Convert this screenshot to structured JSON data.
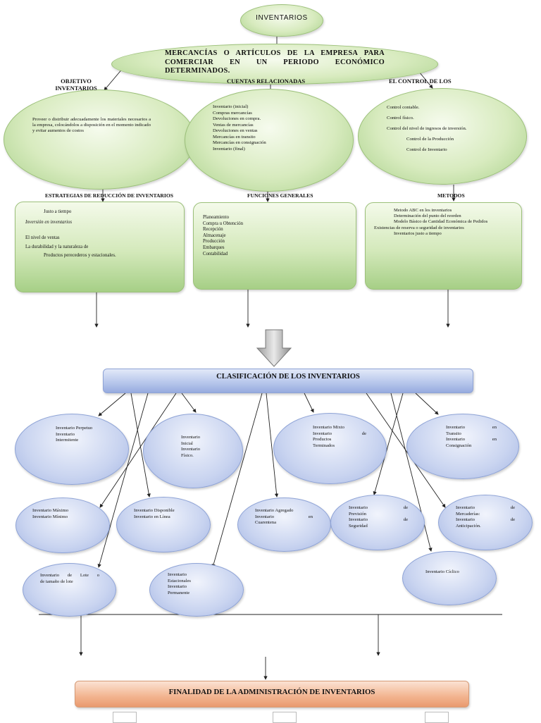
{
  "top": {
    "title": "INVENTARIOS",
    "definition": "MERCANCÍAS O ARTÍCULOS DE LA EMPRESA PARA COMERCIAR EN UN PERIODO ECONÓMICO DETERMINADOS."
  },
  "headers": {
    "objetivo": "OBJETIVO INVENTARIOS",
    "cuentas": "CUENTAS RELACIONADAS",
    "control": "EL CONTROL DE LOS",
    "estrategias": "ESTRATEGIAS DE REDUCCIÓN DE INVENTARIOS",
    "funciones": "FUNCIONES GENERALES",
    "metodos": "METODOS"
  },
  "objetivo_text": "Proveer o distribuir adecuadamente los materiales necesarios a la empresa, colocándolos a disposición en el momento indicado y evitar aumentos de costos",
  "cuentas_items": [
    "Inventario (inicial)",
    "Compras mercancías",
    "Devoluciones en compra.",
    "Ventas de mercancías",
    "Devoluciones en ventas",
    "Mercancías en transito",
    "Mercancías en consignación",
    "Inventario (final)"
  ],
  "control_items": [
    "Control contable.",
    "Control físico.",
    "Control del nivel de ingresos de inversión.",
    "Control de la Producción",
    "Control de Inventario"
  ],
  "estrategias_items": [
    "Justo a tiempo",
    "Inversión en inventarios",
    "El nivel de ventas",
    "La durabilidad y la naturaleza de",
    "Productos perecederos y estacionales."
  ],
  "funciones_items": [
    "Planeamiento",
    "Compra u Obtención",
    "Recepción",
    "Almacenaje",
    "Producción",
    "Embarques",
    "Contabilidad"
  ],
  "metodos_items": [
    "Metodo ABC en los inventarios",
    "Determinación del punto del reorden",
    "Modelo Básico de Cantidad Económica de Pedidos",
    "Existencias de reserva o seguridad de inventarios",
    "Inventarios justo a tiempo"
  ],
  "clasificacion": {
    "title": "CLASIFICACIÓN DE LOS INVENTARIOS",
    "n1": [
      "Inventario Perpetuo",
      "Inventario",
      "Intermitente"
    ],
    "n2": [
      "Inventario",
      "Inicial",
      "Inventario",
      "Físico."
    ],
    "n3": [
      "Inventario Mixto",
      "Inventario de",
      "Productos",
      "Terminados"
    ],
    "n4": [
      "Inventario en",
      "Transito",
      "Inventario en",
      "Consignación"
    ],
    "n5": [
      "Inventario Máximo",
      "Inventario Mínimo"
    ],
    "n6": [
      "Inventario Disponible",
      "Inventario en Línea"
    ],
    "n7": [
      "Inventario Agregado",
      "Inventario en",
      "Cuarentena"
    ],
    "n8": [
      "Inventario de",
      "Previsión",
      "Inventario de",
      "Seguridad"
    ],
    "n9": [
      "Inventario de",
      "Mercaderías:",
      "Inventario de",
      "Anticipación."
    ],
    "n10": [
      "Inventario de Lote o",
      "de tamaño de lote"
    ],
    "n11": [
      "Inventario",
      "Estacionales",
      "Inventario",
      "Permanente"
    ],
    "n12": [
      "Inventario Cíclico"
    ]
  },
  "finalidad": {
    "title": "FINALIDAD DE LA ADMINISTRACIÓN DE INVENTARIOS"
  }
}
